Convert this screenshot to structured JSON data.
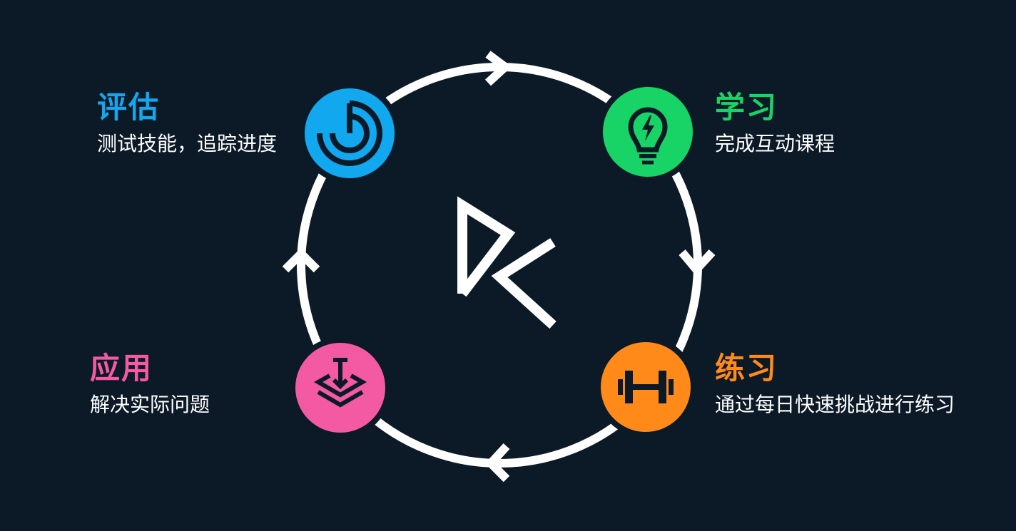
{
  "stages": {
    "assess": {
      "title": "评估",
      "description": "测试技能，追踪进度",
      "color": "#11a8f0",
      "icon": "radar-target-icon"
    },
    "learn": {
      "title": "学习",
      "description": "完成互动课程",
      "color": "#18d466",
      "icon": "lightbulb-icon"
    },
    "practice": {
      "title": "练习",
      "description": "通过每日快速挑战进行练习",
      "color": "#ff8a1a",
      "icon": "dumbbell-icon"
    },
    "apply": {
      "title": "应用",
      "description": "解决实际问题",
      "color": "#f35aa3",
      "icon": "layers-download-icon"
    }
  },
  "center_logo": "datacamp-logo-icon",
  "cycle_color": "#ffffff",
  "background": "#0c1a27"
}
